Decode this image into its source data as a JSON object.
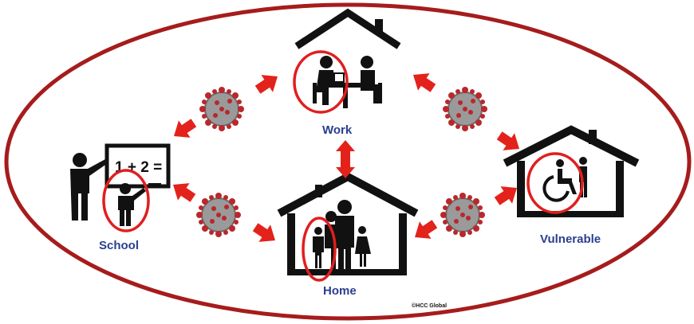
{
  "nodes": {
    "work": {
      "label": "Work"
    },
    "school": {
      "label": "School"
    },
    "home": {
      "label": "Home"
    },
    "vulnerable": {
      "label": "Vulnerable"
    }
  },
  "board_text": "1 + 2 =",
  "copyright": "©HCC Global",
  "colors": {
    "ellipse": "#a61c1c",
    "arrow": "#e3221b",
    "circle": "#e01e1e",
    "label": "#2a3f8f",
    "virus": "#b8282c"
  },
  "icons": [
    "house-icon",
    "virus-icon",
    "wheelchair-icon",
    "teacher-icon",
    "family-icon",
    "coworkers-icon"
  ]
}
